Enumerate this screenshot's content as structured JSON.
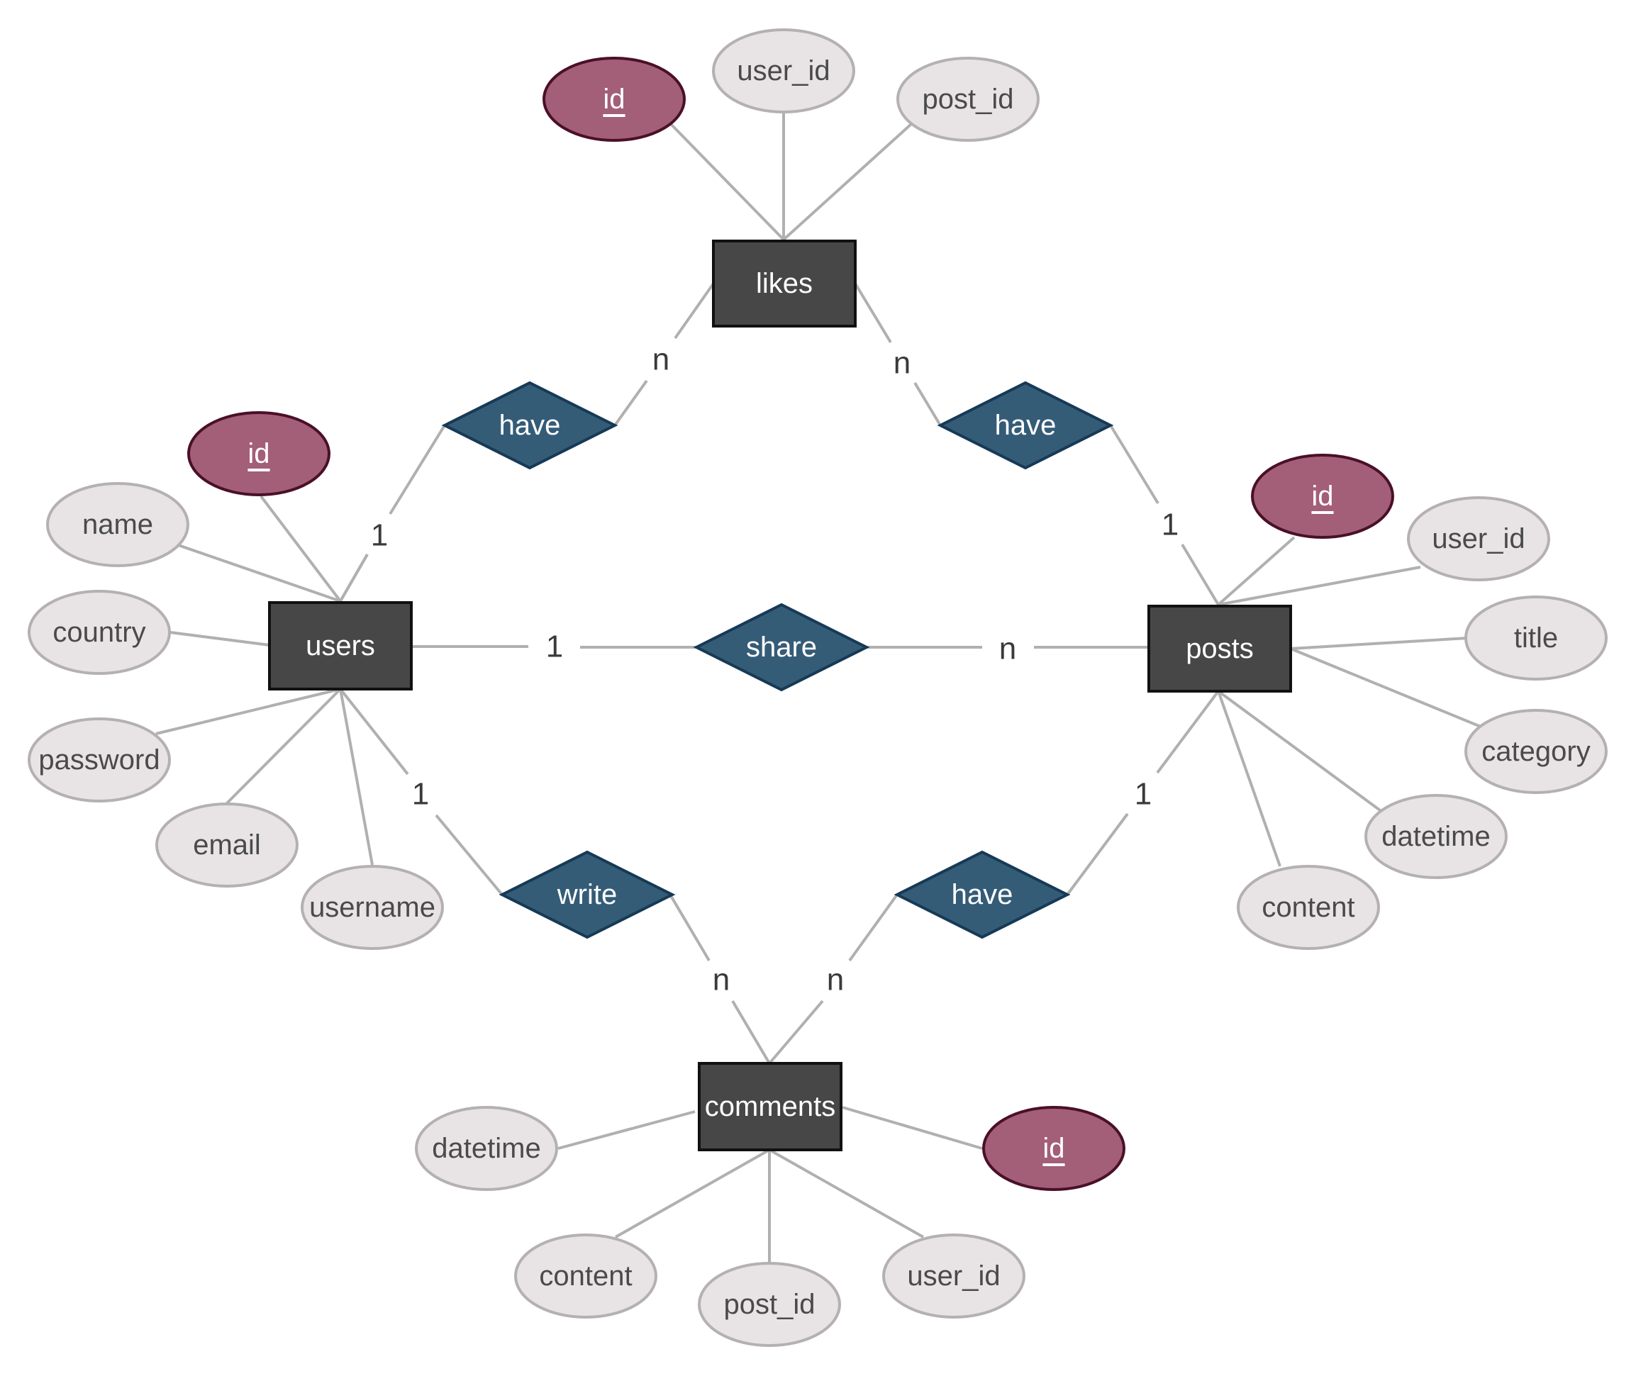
{
  "colors": {
    "entity_fill": "#474747",
    "entity_stroke": "#111111",
    "attribute_fill": "#e8e4e6",
    "attribute_stroke": "#b5b0b3",
    "key_fill": "#a35e78",
    "key_stroke": "#4a1028",
    "relationship_fill": "#355c77",
    "relationship_stroke": "#163a56",
    "line": "#b0b0b0"
  },
  "entities": {
    "likes": "likes",
    "users": "users",
    "posts": "posts",
    "comments": "comments"
  },
  "relationships": {
    "users_likes": "have",
    "posts_likes": "have",
    "users_posts": "share",
    "users_comments": "write",
    "posts_comments": "have"
  },
  "cardinalities": {
    "likes_users": "n",
    "likes_posts": "n",
    "users_likes": "1",
    "posts_likes": "1",
    "users_share": "1",
    "posts_share": "n",
    "users_write": "1",
    "posts_have": "1",
    "comments_write": "n",
    "comments_have": "n"
  },
  "attributes": {
    "likes": {
      "id": "id",
      "user_id": "user_id",
      "post_id": "post_id"
    },
    "users": {
      "id": "id",
      "name": "name",
      "country": "country",
      "password": "password",
      "email": "email",
      "username": "username"
    },
    "posts": {
      "id": "id",
      "user_id": "user_id",
      "title": "title",
      "category": "category",
      "datetime": "datetime",
      "content": "content"
    },
    "comments": {
      "datetime": "datetime",
      "id": "id",
      "content": "content",
      "post_id": "post_id",
      "user_id": "user_id"
    }
  }
}
